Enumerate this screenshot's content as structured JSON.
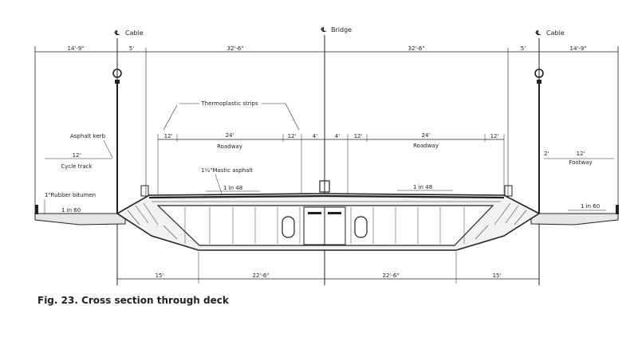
{
  "centerlines": {
    "cable_left": "Cable",
    "bridge": "Bridge",
    "cable_right": "Cable",
    "symbol": "℄"
  },
  "top_dimensions": [
    "14'-9\"",
    "5'",
    "32'-6\"",
    "32'-6\"",
    "5'",
    "14'-9\""
  ],
  "bottom_dimensions": [
    "15'",
    "22'-6\"",
    "22'-6\"",
    "15'"
  ],
  "lane_dimensions": [
    "12'",
    "24'",
    "12'",
    "4'",
    "4'",
    "12'",
    "24'",
    "12'"
  ],
  "labels": {
    "thermoplastic": "Thermoplastic strips",
    "roadway_left": "Roadway",
    "roadway_right": "Roadway",
    "asphalt_kerb": "Asphalt kerb",
    "cycle_width": "12'",
    "cycle_track": "Cycle track",
    "mastic": "1½\"Mastic asphalt",
    "rubber": "1\"Rubber bitumen",
    "slope_left": "1 in 60",
    "slope_deck_left": "1 in 48",
    "slope_deck_right": "1 in 48",
    "footway_width": "12'",
    "footway": "Footway",
    "footway_offset": "2'",
    "slope_right": "1 in 60"
  },
  "caption": "Fig. 23.  Cross section through deck"
}
